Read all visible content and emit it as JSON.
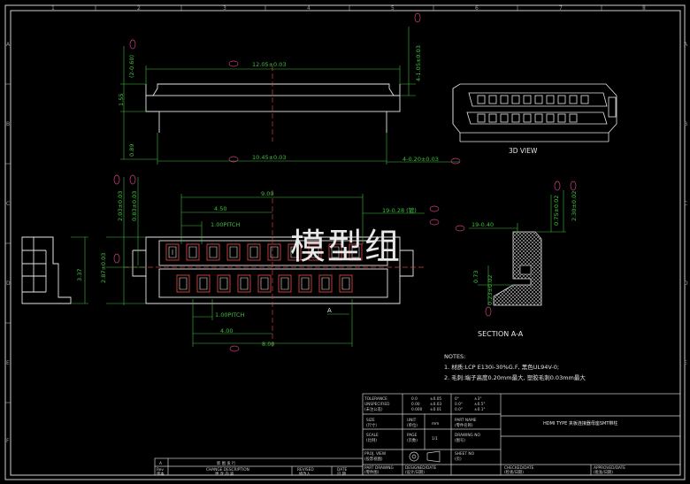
{
  "watermark": "模型组",
  "border": {
    "cols_top": [
      "1",
      "2",
      "3",
      "4",
      "5",
      "6",
      "7",
      "8"
    ],
    "rows_left": [
      "A",
      "B",
      "C",
      "D",
      "E",
      "F"
    ]
  },
  "top_view": {
    "dim_width_top": "12.05±0.03",
    "dim_width_bottom": "10.45±0.03",
    "dim_height_left_top": "(2-0.60)",
    "dim_height_left_mid": "1.55",
    "dim_height_left_bottom": "0.89",
    "dim_right_vertical": "4-1.05±0.03",
    "dim_pins": "4-0.20±0.03"
  },
  "view_3d_label": "3D VIEW",
  "front_view": {
    "dim_900": "9.00",
    "dim_450": "4.50",
    "dim_pitch_top": "1.00PITCH",
    "dim_pitch_bottom": "1.00PITCH",
    "dim_400": "4.00",
    "dim_800": "8.00",
    "dim_left_1": "2.03±0.03",
    "dim_left_2": "0.83±0.03",
    "dim_left_3": "2.87±0.03",
    "dim_lead": "19-0.28 (镀)",
    "section_marker": "A"
  },
  "side_view": {
    "dim_337": "3.37"
  },
  "section": {
    "dim_pitch": "19-0.40",
    "dim_075": "0.75±0.02",
    "dim_230": "2.30±0.02",
    "dim_073": "0.73",
    "dim_023": "0.23±0.02",
    "label": "SECTION A-A"
  },
  "notes": {
    "title": "NOTES:",
    "items": [
      "1.  材质:LCP E130i-30%G.F, 黑色UL94V-0;",
      "2.  毛刺:端子高度0.20mm最大, 塑胶毛刺0.03mm最大"
    ]
  },
  "title_block": {
    "tolerance_label": "TOLERANCE",
    "tolerance_sub": "UNSPECIFIED",
    "tolerance_cn": "(未注公差)",
    "tol_col1": [
      "0.0",
      "0.00",
      "0.000"
    ],
    "tol_col2": [
      "±0.05",
      "±0.03",
      "±0.01"
    ],
    "tol_col3": [
      "0°",
      "0.0°",
      "0.0°"
    ],
    "tol_col4": [
      "±3°",
      "±0.5°",
      "±0.1°"
    ],
    "size_label": "SIZE",
    "size_cn": "(尺寸)",
    "unit_label": "UNIT",
    "unit_cn": "(单位)",
    "unit_value": "mm",
    "scale_label": "SCALE",
    "scale_cn": "(比例)",
    "page_label": "PAGE",
    "page_cn": "(页数)",
    "page_value": "1/1",
    "proj_label": "PROJ. VIEW",
    "proj_cn": "(投影视图)",
    "part_drawing_label": "PART DRAWING",
    "part_drawing_cn": "(零件图)",
    "designed_label": "DESIGNED/DATE",
    "designed_cn": "(设计/日期)",
    "part_name_label": "PART NAME",
    "part_name_cn": "(零件名称)",
    "part_name_value": "HDMI TYPE 夹板连接器母座SMT带柱",
    "drawing_no_label": "DRAWING NO",
    "drawing_no_cn": "(图号)",
    "sheet_no_label": "SHEET NO",
    "sheet_no_cn": "(页)",
    "checked_label": "CHECKED/DATE",
    "checked_cn": "(检查/日期)",
    "approved_label": "APPROVED/DATE",
    "approved_cn": "(批准/日期)"
  },
  "revision_table": {
    "row_a": [
      "A",
      "新 图 发 行"
    ],
    "rev_label": "Rev",
    "rev_cn": "版本",
    "change_label": "CHANGE DESCRIPTION",
    "change_cn": "更 改 内 容",
    "revised_label": "REVISED",
    "revised_cn": "修改人",
    "date_label": "DATE",
    "date_cn": "日 期"
  }
}
